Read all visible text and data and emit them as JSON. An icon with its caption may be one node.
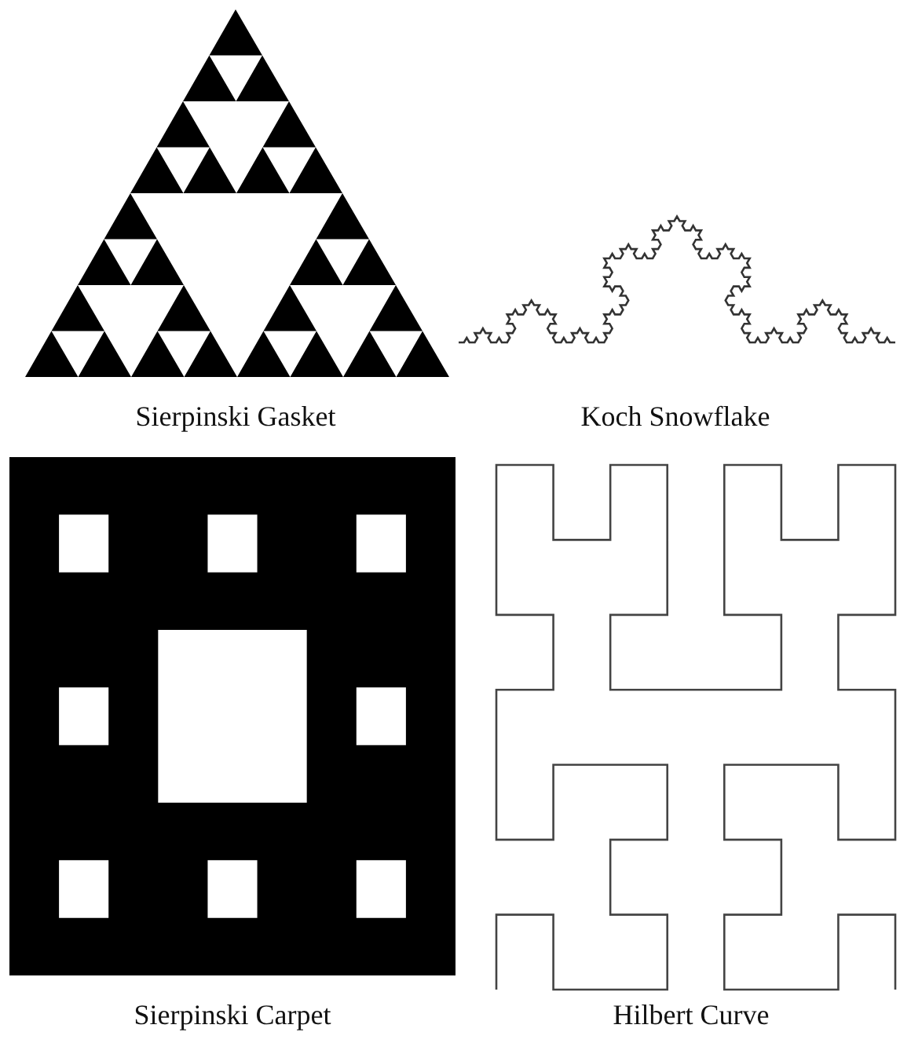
{
  "diagram": {
    "labels": [
      "Sierpinski Gasket",
      "Koch Snowflake",
      "Sierpinski Carpet",
      "Hilbert Curve"
    ]
  }
}
